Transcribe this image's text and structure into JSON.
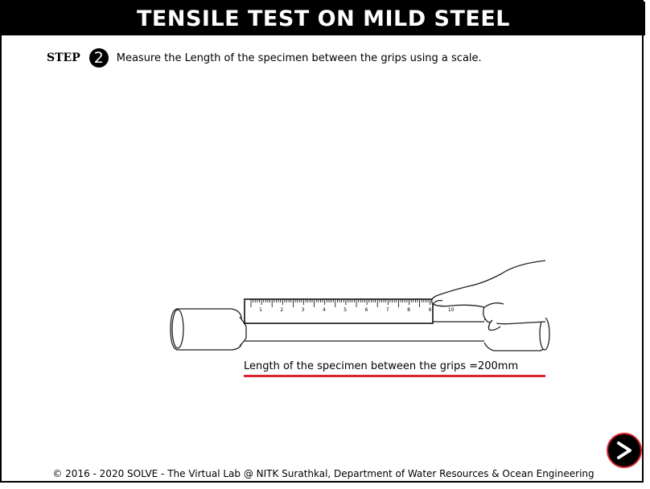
{
  "header": {
    "title": "TENSILE TEST ON MILD STEEL"
  },
  "step": {
    "label": "STEP",
    "number": "2",
    "instruction": "Measure the Length of the specimen between the grips using a scale."
  },
  "scale": {
    "ticks": [
      "1",
      "2",
      "3",
      "4",
      "5",
      "6",
      "7",
      "8",
      "9",
      "10"
    ]
  },
  "result": {
    "text": "Length of the specimen between the grips =200mm"
  },
  "footer": {
    "text": "© 2016 - 2020 SOLVE - The Virtual Lab @ NITK Surathkal, Department of Water Resources & Ocean Engineering"
  },
  "colors": {
    "accent": "#d9232e",
    "title_bg": "#000000"
  },
  "icons": {
    "next": "arrow-right-icon"
  }
}
